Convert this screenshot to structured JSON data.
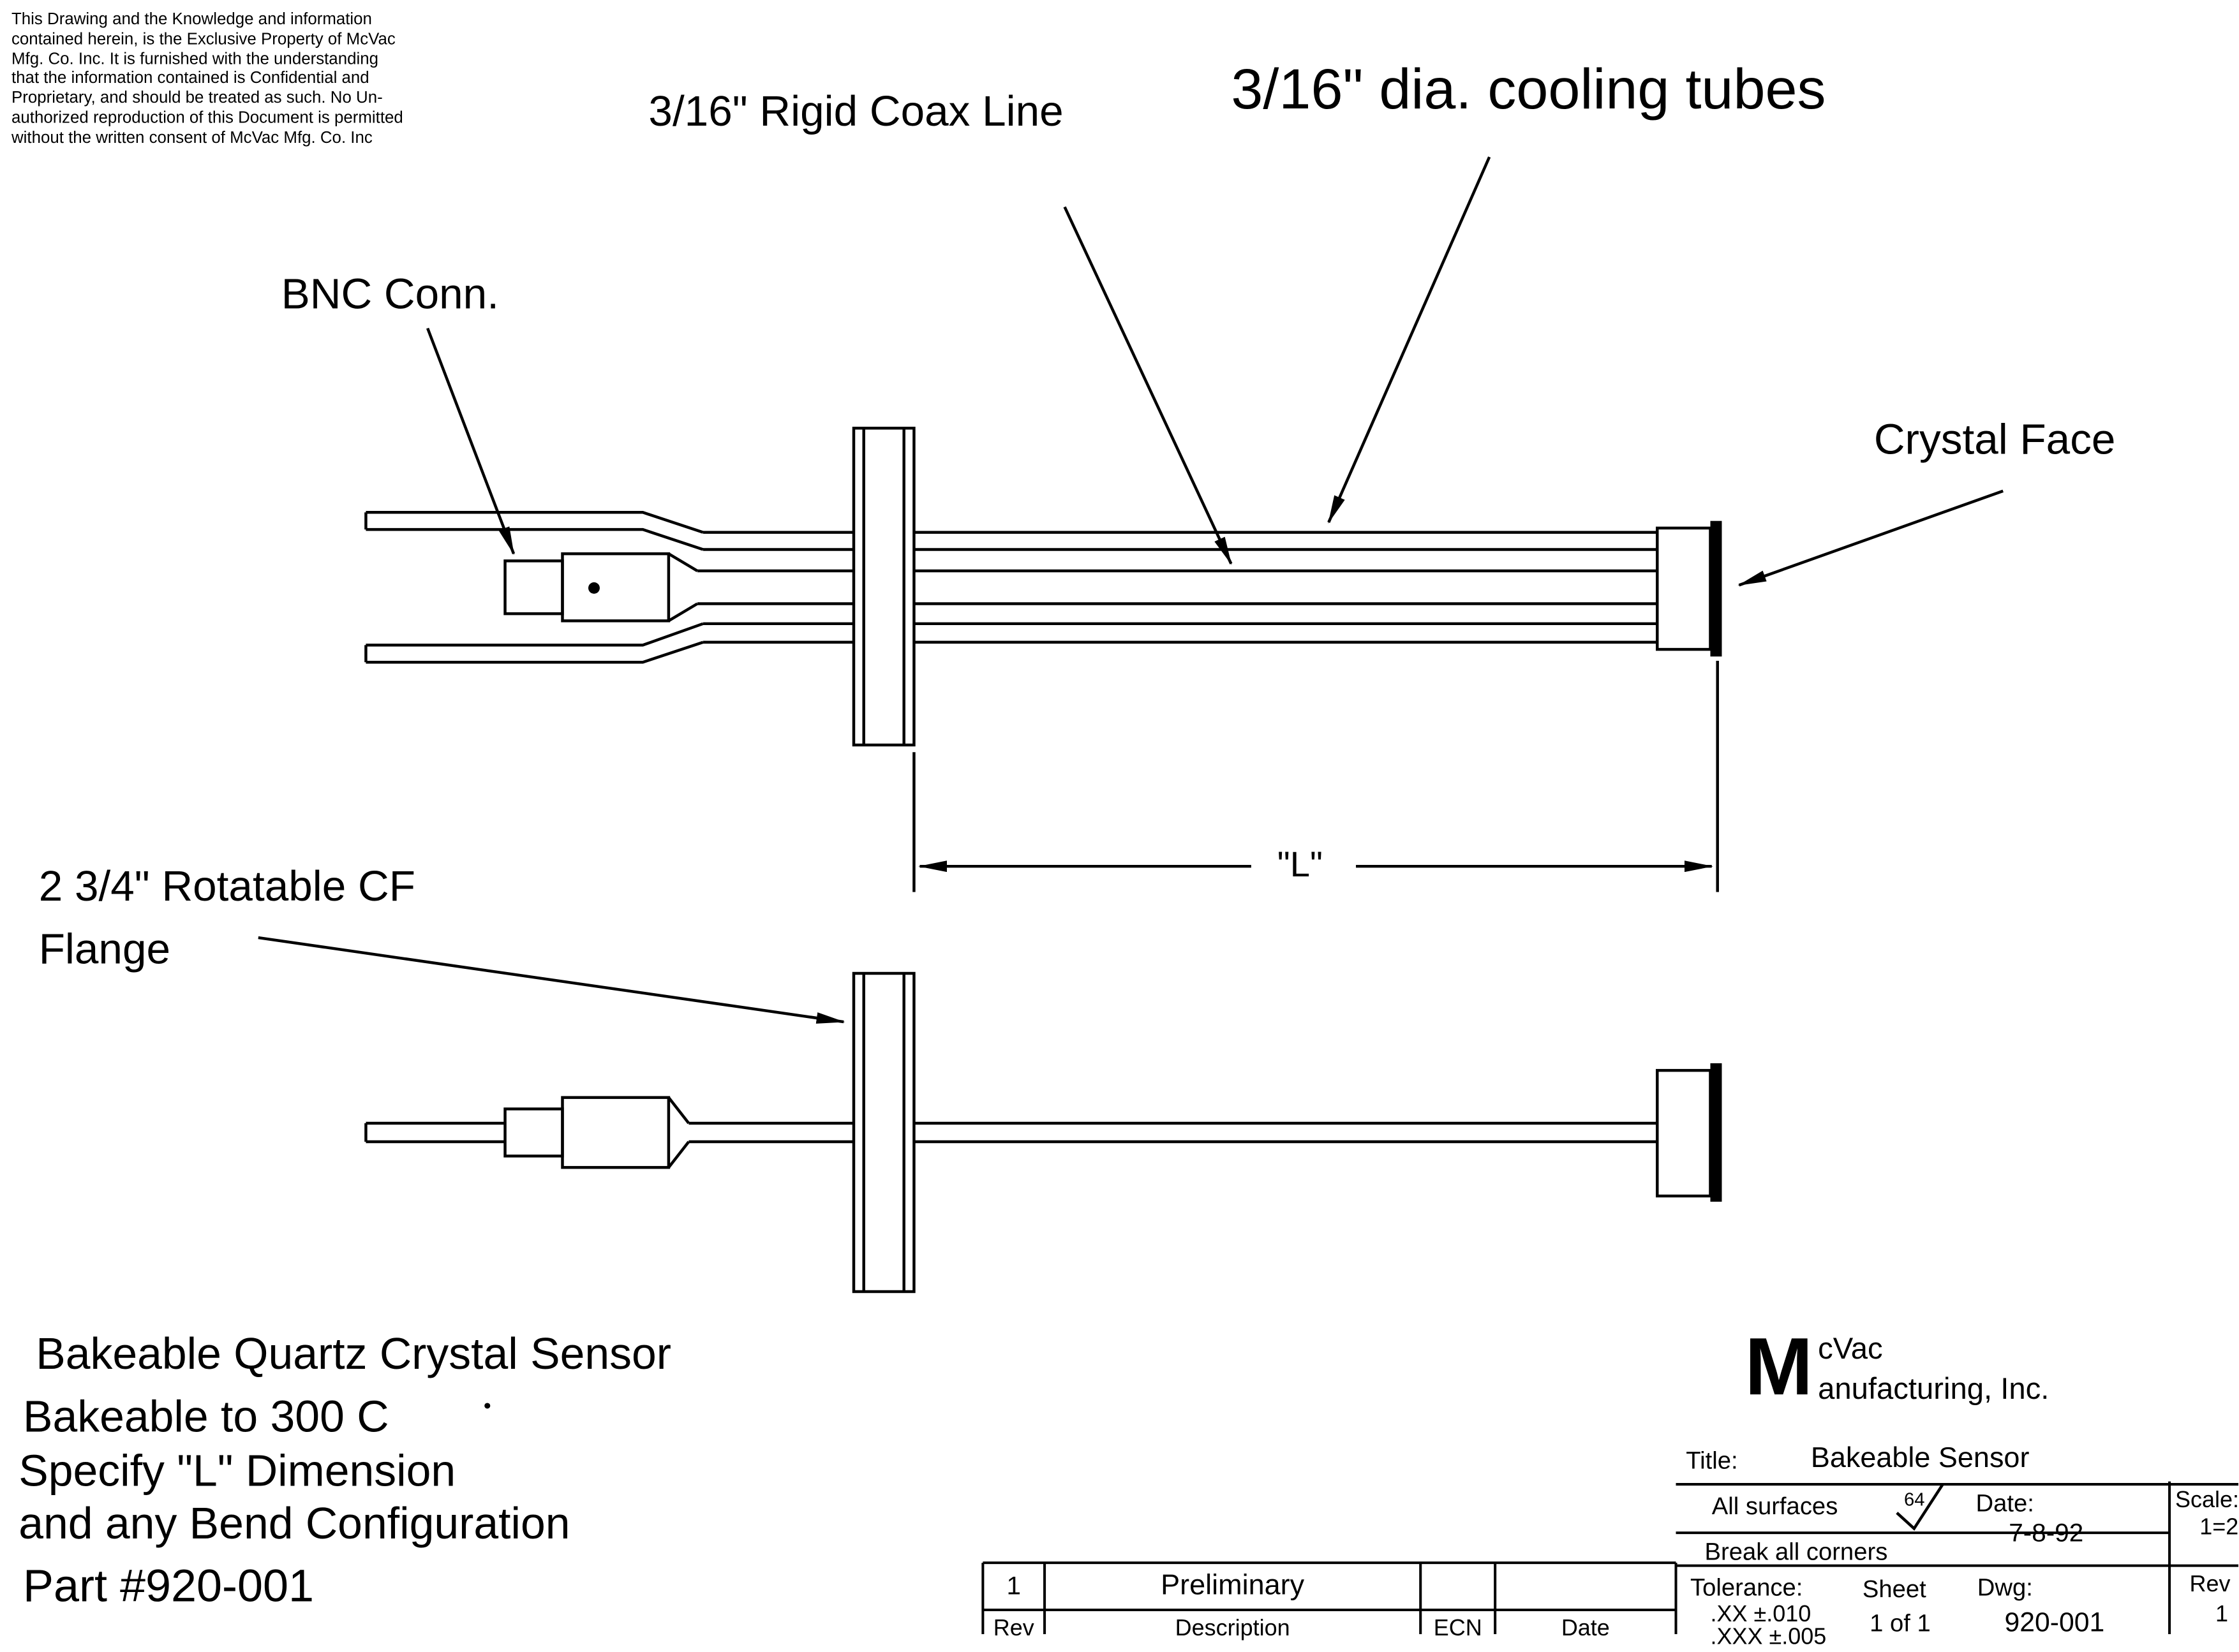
{
  "disclaimer": "This Drawing and the Knowledge and information\ncontained herein, is the Exclusive Property of McVac\nMfg. Co. Inc. It is furnished with the understanding\nthat the information contained is Confidential and\nProprietary, and should be treated as such. No Un-\nauthorized reproduction of this Document is permitted\nwithout the written consent of McVac Mfg. Co. Inc",
  "callouts": {
    "bnc": "BNC Conn.",
    "coax": "3/16\" Rigid Coax Line",
    "cooling_tubes": "3/16\" dia. cooling tubes",
    "crystal_face": "Crystal Face",
    "flange": "2 3/4\" Rotatable CF\nFlange",
    "dimension_l": "\"L\""
  },
  "notes": {
    "line1": "Bakeable Quartz Crystal Sensor",
    "line2": "Bakeable to 300 C",
    "degree_mark": "•",
    "line3": "Specify \"L\" Dimension",
    "line4": "and any Bend Configuration",
    "line5": "Part #920-001"
  },
  "logo": {
    "m": "M",
    "line1": "cVac",
    "line2": "anufacturing, Inc."
  },
  "title_block": {
    "title_label": "Title:",
    "title_value": "Bakeable Sensor",
    "all_surfaces": "All surfaces",
    "surface_finish": "64",
    "date_label": "Date:",
    "date_value": "7-8-92",
    "scale_label": "Scale:",
    "scale_value": "1=2",
    "break_all_corners": "Break all corners",
    "tolerance_label": "Tolerance:",
    "tolerance_xx": ".XX  ±.010",
    "tolerance_xxx": ".XXX  ±.005",
    "sheet_label": "Sheet",
    "sheet_value": "1  of  1",
    "dwg_label": "Dwg:",
    "dwg_value": "920-001",
    "rev_label": "Rev",
    "rev_value": "1"
  },
  "revision_table": {
    "row": {
      "rev": "1",
      "description": "Preliminary"
    },
    "headers": {
      "rev": "Rev",
      "description": "Description",
      "ecn": "ECN",
      "date": "Date"
    }
  }
}
